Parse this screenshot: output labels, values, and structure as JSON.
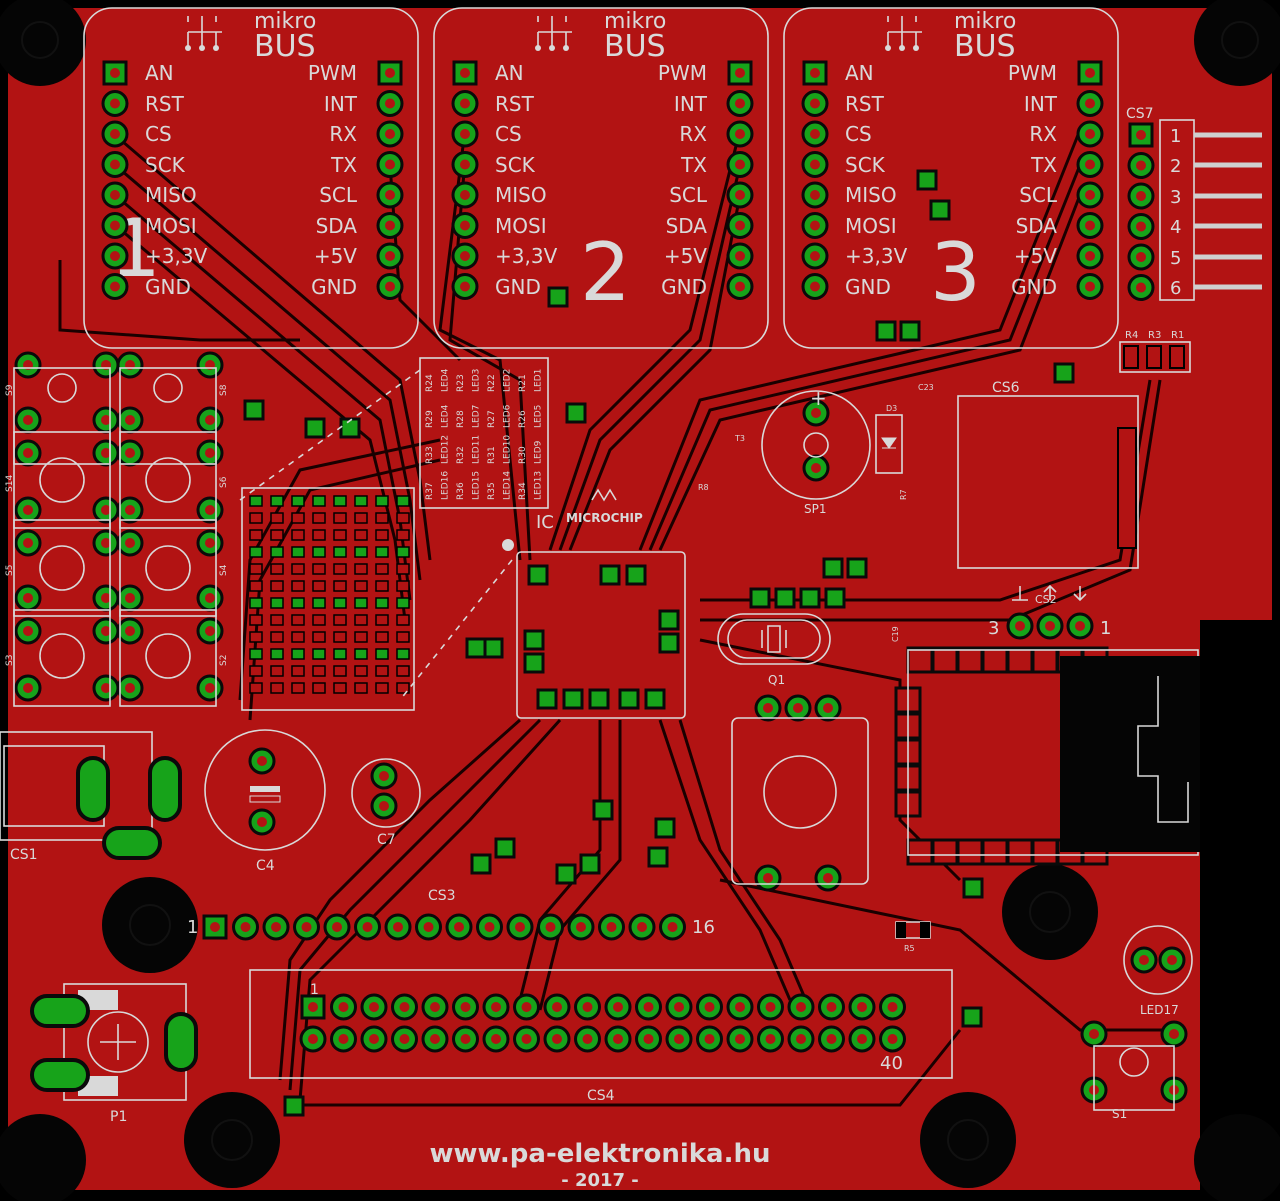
{
  "colors": {
    "board": "#b21313",
    "background": "#000000",
    "pad": "#17a31a",
    "silkscreen": "#d9d9d9",
    "trace": "#1a0000"
  },
  "mikrobus": {
    "brand_top": "mikro",
    "brand_bottom": "BUS",
    "left_pins": [
      "AN",
      "RST",
      "CS",
      "SCK",
      "MISO",
      "MOSI",
      "+3,3V",
      "GND"
    ],
    "right_pins": [
      "PWM",
      "INT",
      "RX",
      "TX",
      "SCL",
      "SDA",
      "+5V",
      "GND"
    ],
    "slots": [
      "1",
      "2",
      "3"
    ]
  },
  "cs7": {
    "label": "CS7",
    "pins": [
      "1",
      "2",
      "3",
      "4",
      "5",
      "6"
    ]
  },
  "resistors_top": [
    "R4",
    "R3",
    "R1"
  ],
  "switch_labels": [
    "S9",
    "S8",
    "S14",
    "S6",
    "S5",
    "S4",
    "S3",
    "S2"
  ],
  "led_table": [
    [
      "R37",
      "R33",
      "R29",
      "R24"
    ],
    [
      "LED16",
      "LED12",
      "LED4",
      "LED4"
    ],
    [
      "R36",
      "R32",
      "R28",
      "R23"
    ],
    [
      "LED15",
      "LED11",
      "LED7",
      "LED3"
    ],
    [
      "R35",
      "R31",
      "R27",
      "R22"
    ],
    [
      "LED14",
      "LED10",
      "LED6",
      "LED2"
    ],
    [
      "R34",
      "R30",
      "R26",
      "R21"
    ],
    [
      "LED13",
      "LED9",
      "LED5",
      "LED1"
    ]
  ],
  "labels": {
    "cs6": "CS6",
    "sp1": "SP1",
    "t3": "T3",
    "d3": "D3",
    "c23": "C23",
    "r7": "R7",
    "r8": "R8",
    "microchip": "MICROCHIP",
    "ic": "IC",
    "cs2": "CS2",
    "cs2_left": "3",
    "cs2_right": "1",
    "c19": "C19",
    "q1": "Q1",
    "cs1": "CS1",
    "c4": "C4",
    "c7": "C7",
    "cs3": "CS3",
    "cs3_left": "1",
    "cs3_right": "16",
    "r5": "R5",
    "led17": "LED17",
    "cs4": "CS4",
    "cs4_first": "1",
    "cs4_last": "40",
    "p1": "P1",
    "s1": "S1",
    "website": "www.pa-elektronika.hu",
    "year": "- 2017 -"
  }
}
